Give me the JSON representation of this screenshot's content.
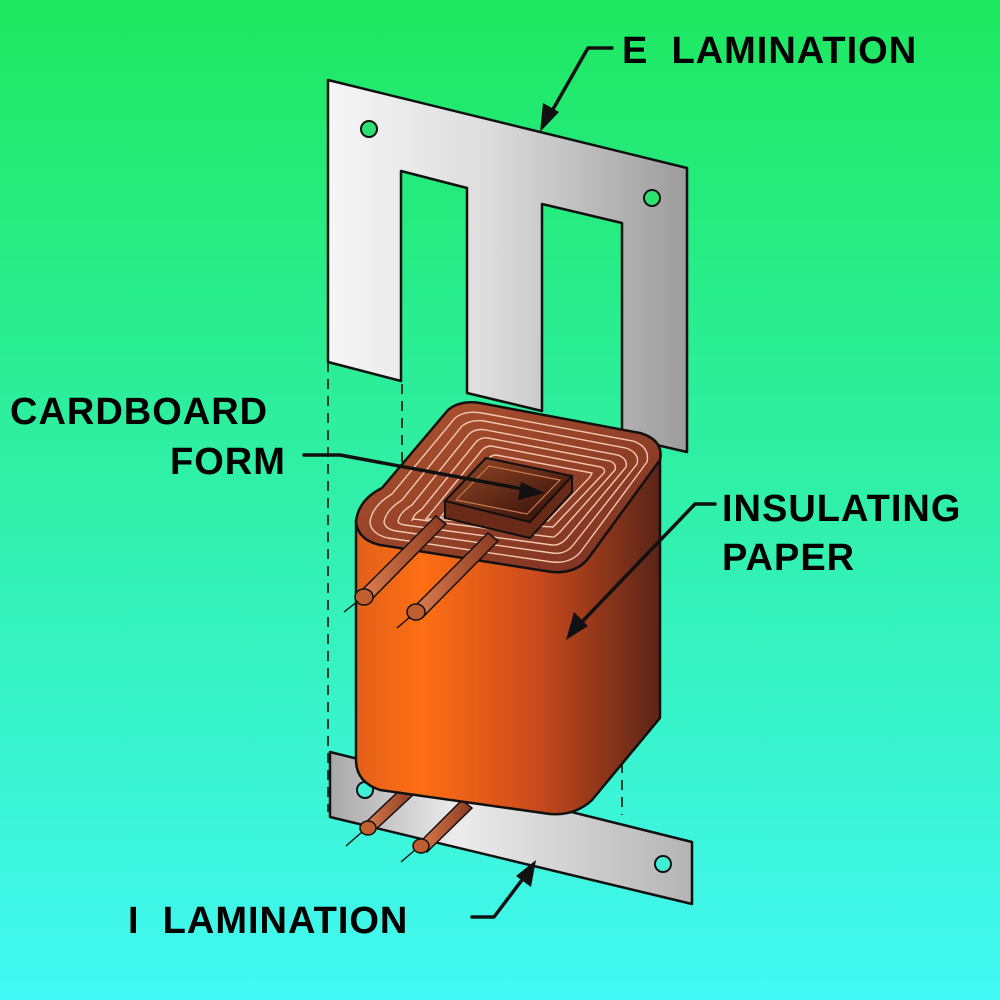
{
  "labels": {
    "e_lamination": "E  LAMINATION",
    "cardboard_form_line1": "CARDBOARD",
    "cardboard_form_line2": "FORM",
    "insulating_paper_line1": "INSULATING",
    "insulating_paper_line2": "PAPER",
    "i_lamination": "I  LAMINATION"
  },
  "colors": {
    "background_top": "#1ee860",
    "background_bottom": "#42f8f4",
    "steel_light": "#f4f4f4",
    "steel_dark": "#9a9a9a",
    "paper_bright": "#ff6a10",
    "paper_dark": "#5a2418",
    "copper": "#a55030",
    "outline": "#111111"
  }
}
